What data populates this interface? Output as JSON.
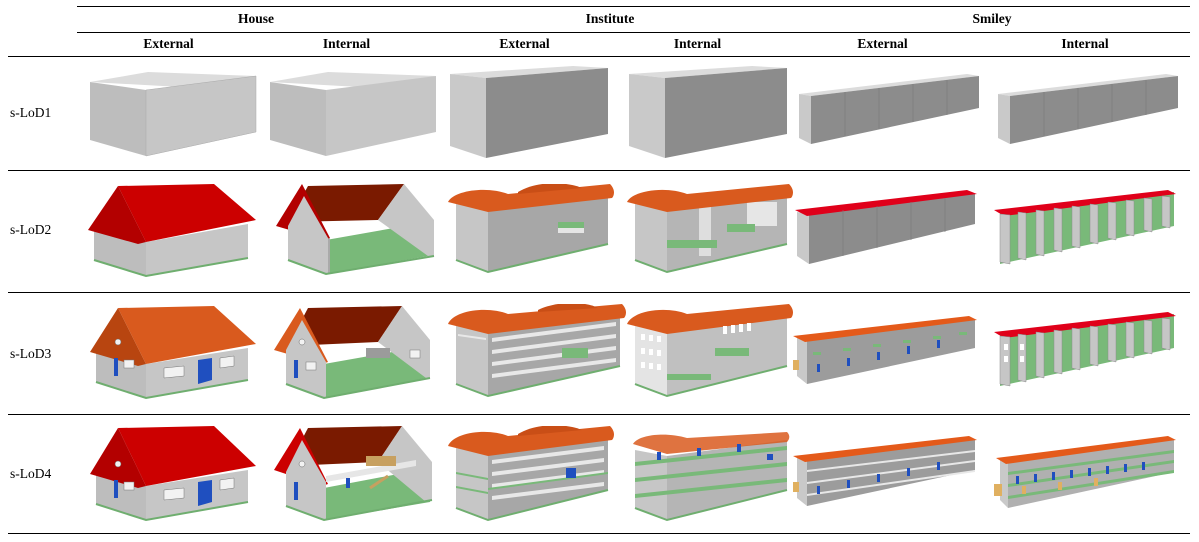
{
  "groups": [
    {
      "label": "House",
      "subs": [
        "External",
        "Internal"
      ]
    },
    {
      "label": "Institute",
      "subs": [
        "External",
        "Internal"
      ]
    },
    {
      "label": "Smiley",
      "subs": [
        "External",
        "Internal"
      ]
    }
  ],
  "rows": [
    "s-LoD1",
    "s-LoD2",
    "s-LoD3",
    "s-LoD4"
  ],
  "colors": {
    "wall_front": "#c6c6c6",
    "wall_side": "#8c8c8c",
    "wall_top": "#dcdcdc",
    "roof_red": "#cc0000",
    "roof_orange": "#d95a1e",
    "roof_brown": "#7a1a00",
    "floor_green": "#79b979",
    "window_blue": "#1f4fbf",
    "window_white": "#f2f2f2"
  }
}
